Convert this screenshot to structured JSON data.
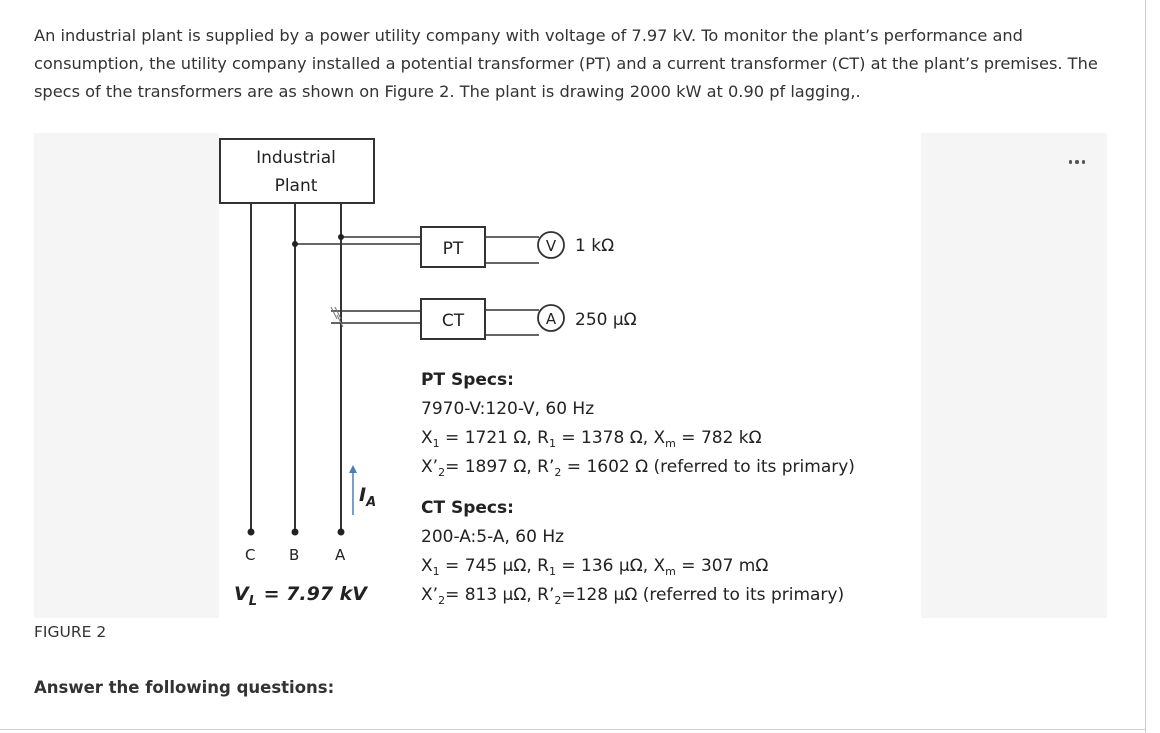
{
  "intro_text": "An industrial plant is supplied by a power utility company with voltage of 7.97 kV. To monitor the plant’s performance and consumption, the utility company installed a potential transformer (PT) and a current transformer (CT) at the plant’s premises. The specs of the transformers are as shown on Figure 2. The plant is drawing 2000 kW at 0.90 pf lagging,.",
  "figure": {
    "plant_line1": "Industrial",
    "plant_line2": "Plant",
    "pt_label": "PT",
    "ct_label": "CT",
    "voltmeter_symbol": "V",
    "ammeter_symbol": "A",
    "voltmeter_resistance": "1 kΩ",
    "ammeter_resistance": "250 μΩ",
    "current_label": "I",
    "current_sub": "A",
    "phase_c": "C",
    "phase_b": "B",
    "phase_a": "A",
    "line_voltage_v": "V",
    "line_voltage_sub": "L",
    "line_voltage_value": " = 7.97 kV",
    "pt_specs": {
      "title": "PT Specs:",
      "rating": "7970-V:120-V, 60 Hz",
      "l1_a": "X",
      "l1_a_sub": "1",
      "l1_b": " = 1721 Ω, R",
      "l1_b_sub": "1",
      "l1_c": " = 1378 Ω, X",
      "l1_c_sub": "m",
      "l1_d": " = 782 kΩ",
      "l2_a": "X’",
      "l2_a_sub": "2",
      "l2_b": "= 1897 Ω, R’",
      "l2_b_sub": "2",
      "l2_c": " = 1602 Ω (referred to its primary)"
    },
    "ct_specs": {
      "title": "CT Specs:",
      "rating": "200-A:5-A, 60 Hz",
      "l1_a": "X",
      "l1_a_sub": "1",
      "l1_b": " = 745 μΩ, R",
      "l1_b_sub": "1",
      "l1_c": " = 136 μΩ, X",
      "l1_c_sub": "m",
      "l1_d": " = 307 mΩ",
      "l2_a": "X’",
      "l2_a_sub": "2",
      "l2_b": "= 813 μΩ, R’",
      "l2_b_sub": "2",
      "l2_c": "=128 μΩ (referred to its primary)"
    }
  },
  "caption": "FIGURE 2",
  "question_heading": "Answer the following questions:",
  "more_icon": "more-horizontal-icon"
}
